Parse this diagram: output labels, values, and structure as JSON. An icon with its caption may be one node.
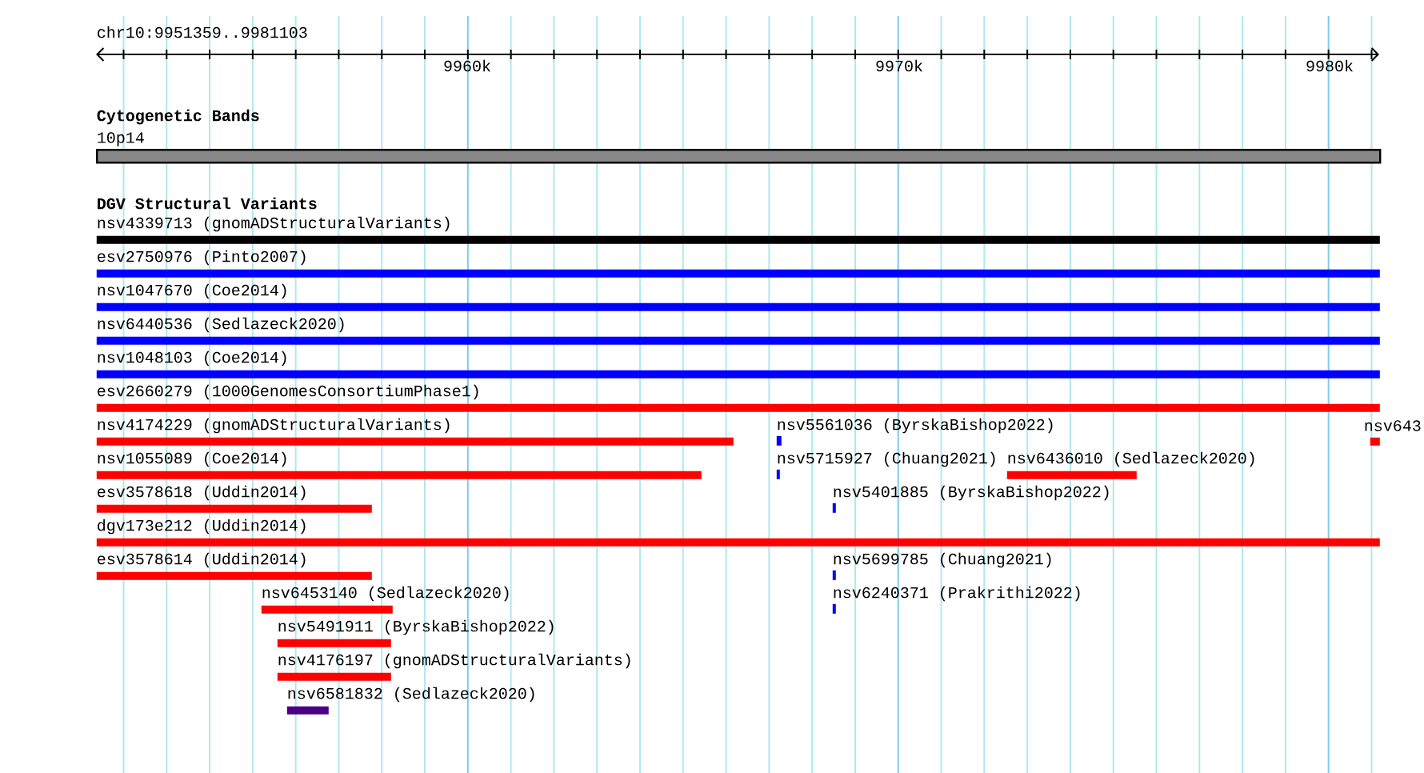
{
  "diagram": {
    "nodes": [
      {
        "text": [
          "10p14"
        ]
      },
      {
        "text": [
          "nsv4339713 (gnomADStructuralVariants)"
        ]
      },
      {
        "text": [
          "esv2750976 (Pinto2007)"
        ]
      },
      {
        "text": [
          "nsv1047670 (Coe2014)"
        ]
      },
      {
        "text": [
          "nsv6440536 (Sedlazeck2020)"
        ]
      },
      {
        "text": [
          "nsv1048103 (Coe2014)"
        ]
      },
      {
        "text": [
          "esv2660279 (1000GenomesConsortiumPhase1)"
        ]
      },
      {
        "text": [
          "nsv4174229 (gnomADStructuralVariants)"
        ]
      },
      {
        "text": [
          "nsv5561036 (ByrskaBishop2022)"
        ]
      },
      {
        "text": [
          "nsv643"
        ]
      },
      {
        "text": [
          "nsv1055089 (Coe2014)"
        ]
      },
      {
        "text": [
          "nsv5715927 (Chuang2021)"
        ]
      },
      {
        "text": [
          "nsv6436010 (Sedlazeck2020)"
        ]
      },
      {
        "text": [
          "esv3578618 (Uddin2014)"
        ]
      },
      {
        "text": [
          "nsv5401885 (ByrskaBishop2022)"
        ]
      },
      {
        "text": [
          "dgv173e212 (Uddin2014)"
        ]
      },
      {
        "text": [
          "esv3578614 (Uddin2014)"
        ]
      },
      {
        "text": [
          "nsv5699785 (Chuang2021)"
        ]
      },
      {
        "text": [
          "nsv6453140 (Sedlazeck2020)"
        ]
      },
      {
        "text": [
          "nsv6240371 (Prakrithi2022)"
        ]
      },
      {
        "text": [
          "nsv5491911 (ByrskaBishop2022)"
        ]
      },
      {
        "text": [
          "nsv4176197 (gnomADStructuralVariants)"
        ]
      },
      {
        "text": [
          "nsv6581832 (Sedlazeck2020)"
        ]
      }
    ],
    "edges": [],
    "labels": [
      "chr10:9951359..9981103",
      "9960k",
      "9970k",
      "9980k",
      "Cytogenetic Bands",
      "DGV Structural Variants"
    ]
  }
}
